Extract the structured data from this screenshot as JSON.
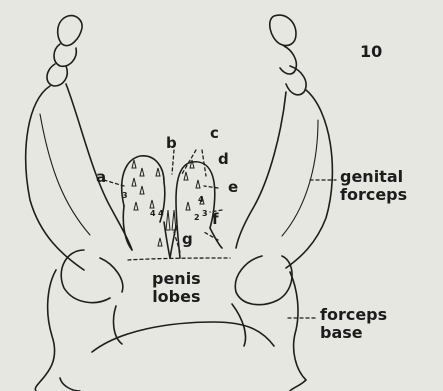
{
  "figure": {
    "number": "10",
    "letters": {
      "a": "a",
      "b": "b",
      "c": "c",
      "d": "d",
      "e": "e",
      "f": "f",
      "g": "g"
    },
    "tiny_numerals": [
      "3",
      "4",
      "4",
      "4",
      "3",
      "2"
    ],
    "labels": {
      "genital_forceps_line1": "genital",
      "genital_forceps_line2": "forceps",
      "penis_lobes_line1": "penis",
      "penis_lobes_line2": "lobes",
      "forceps_base_line1": "forceps",
      "forceps_base_line2": "base"
    }
  }
}
